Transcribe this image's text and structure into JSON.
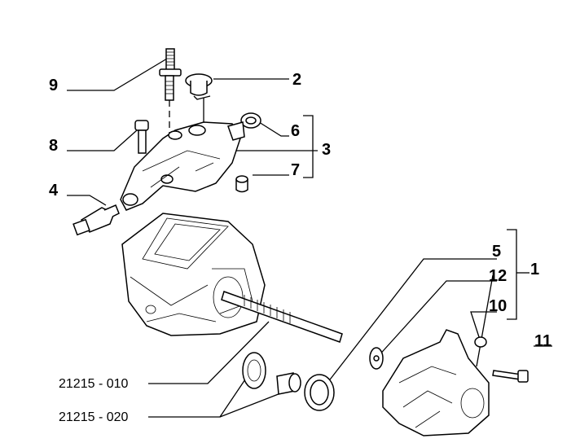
{
  "callouts": {
    "c9": "9",
    "c2": "2",
    "c8": "8",
    "c6": "6",
    "c3": "3",
    "c7": "7",
    "c4": "4",
    "c5": "5",
    "c12": "12",
    "c1": "1",
    "c10": "10",
    "c11": "11"
  },
  "part_codes": {
    "p010": "21215 - 010",
    "p020": "21215 - 020"
  }
}
